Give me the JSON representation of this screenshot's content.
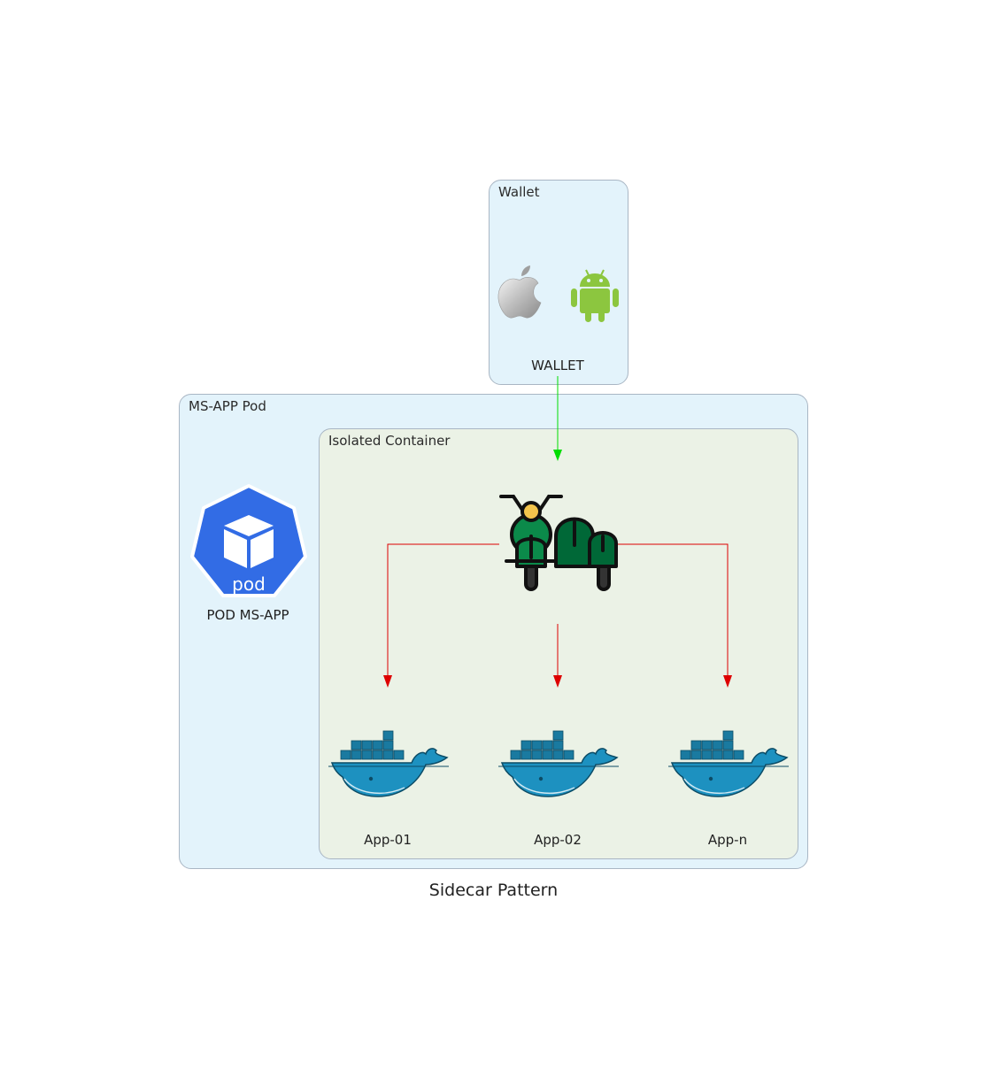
{
  "diagram": {
    "caption": "Sidecar Pattern",
    "clusters": {
      "wallet": {
        "label": "Wallet",
        "fill": "#e3f3fb"
      },
      "pod": {
        "label": "MS-APP Pod",
        "fill": "#e3f3fb"
      },
      "container": {
        "label": "Isolated Container",
        "fill": "#ebf2e6"
      }
    },
    "nodes": {
      "wallet": {
        "label": "WALLET",
        "icons": [
          "apple-icon",
          "android-icon"
        ]
      },
      "pod": {
        "label": "POD MS-APP",
        "icon_text": "pod",
        "icon": "kubernetes-pod-icon"
      },
      "sidecar": {
        "icon": "sidecar-motorcycle-icon"
      },
      "app1": {
        "label": "App-01",
        "icon": "docker-icon"
      },
      "app2": {
        "label": "App-02",
        "icon": "docker-icon"
      },
      "appn": {
        "label": "App-n",
        "icon": "docker-icon"
      }
    },
    "edges": [
      {
        "from": "wallet",
        "to": "sidecar",
        "color": "#00dd00"
      },
      {
        "from": "sidecar",
        "to": "app1",
        "color": "#dd0000"
      },
      {
        "from": "sidecar",
        "to": "app2",
        "color": "#dd0000"
      },
      {
        "from": "sidecar",
        "to": "appn",
        "color": "#dd0000"
      }
    ]
  }
}
